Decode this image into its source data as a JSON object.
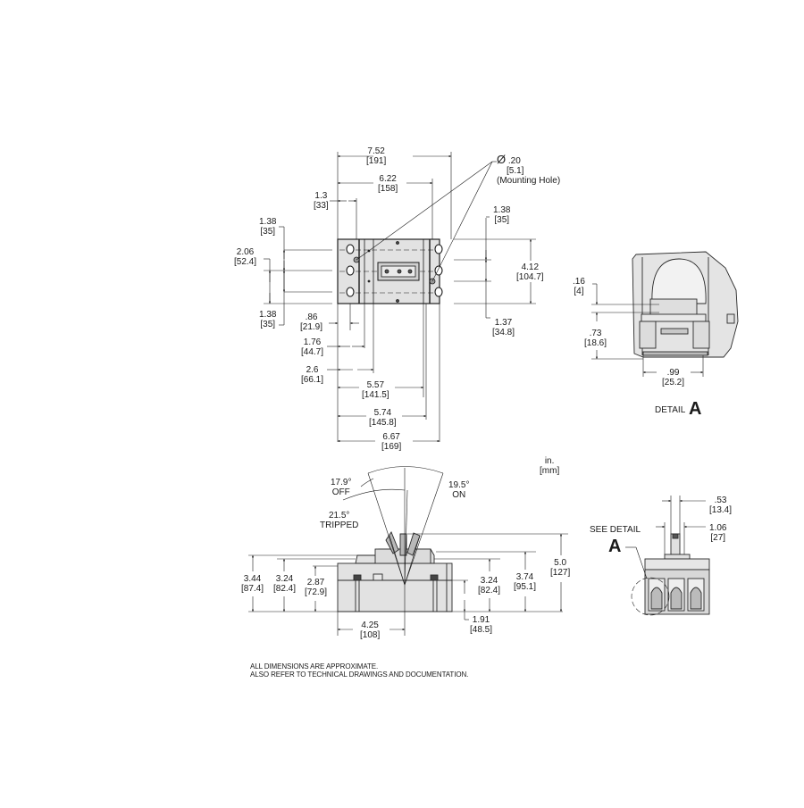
{
  "drawing": {
    "units_label": {
      "primary": "in.",
      "secondary": "[mm]"
    },
    "front_view": {
      "dimensions": {
        "overall_width": {
          "in": "7.52",
          "mm": "[191]"
        },
        "mounting_span": {
          "in": "6.22",
          "mm": "[158]"
        },
        "left_offset": {
          "in": "1.3",
          "mm": "[33]"
        },
        "mounting_hole": {
          "symbol": "Ø",
          "in": ".20",
          "mm": "[5.1]",
          "note": "(Mounting Hole)"
        },
        "right_top_spacing": {
          "in": "1.38",
          "mm": "[35]"
        },
        "height": {
          "in": "4.12",
          "mm": "[104.7]"
        },
        "right_bottom_spacing": {
          "in": "1.37",
          "mm": "[34.8]"
        },
        "left_top_spacing": {
          "in": "1.38",
          "mm": "[35]"
        },
        "left_center_spacing": {
          "in": "2.06",
          "mm": "[52.4]"
        },
        "left_bottom_spacing": {
          "in": "1.38",
          "mm": "[35]"
        },
        "dim_086": {
          "in": ".86",
          "mm": "[21.9]"
        },
        "dim_176": {
          "in": "1.76",
          "mm": "[44.7]"
        },
        "dim_26": {
          "in": "2.6",
          "mm": "[66.1]"
        },
        "dim_557": {
          "in": "5.57",
          "mm": "[141.5]"
        },
        "dim_574": {
          "in": "5.74",
          "mm": "[145.8]"
        },
        "dim_667": {
          "in": "6.67",
          "mm": "[169]"
        }
      }
    },
    "detail_a": {
      "title_prefix": "DETAIL",
      "title_letter": "A",
      "dimensions": {
        "dim_016": {
          "in": ".16",
          "mm": "[4]"
        },
        "dim_073": {
          "in": ".73",
          "mm": "[18.6]"
        },
        "dim_099": {
          "in": ".99",
          "mm": "[25.2]"
        }
      }
    },
    "side_view": {
      "handle_angles": {
        "off": {
          "angle": "17.9°",
          "label": "OFF"
        },
        "on": {
          "angle": "19.5°",
          "label": "ON"
        },
        "tripped": {
          "angle": "21.5°",
          "label": "TRIPPED"
        }
      },
      "dimensions": {
        "dim_344": {
          "in": "3.44",
          "mm": "[87.4]"
        },
        "dim_324_left": {
          "in": "3.24",
          "mm": "[82.4]"
        },
        "dim_287": {
          "in": "2.87",
          "mm": "[72.9]"
        },
        "dim_324_right": {
          "in": "3.24",
          "mm": "[82.4]"
        },
        "dim_374": {
          "in": "3.74",
          "mm": "[95.1]"
        },
        "dim_50": {
          "in": "5.0",
          "mm": "[127]"
        },
        "dim_191": {
          "in": "1.91",
          "mm": "[48.5]"
        },
        "dim_425": {
          "in": "4.25",
          "mm": "[108]"
        }
      }
    },
    "end_view": {
      "see_detail": "SEE DETAIL",
      "see_detail_letter": "A",
      "dimensions": {
        "dim_053": {
          "in": ".53",
          "mm": "[13.4]"
        },
        "dim_106": {
          "in": "1.06",
          "mm": "[27]"
        }
      }
    },
    "notes": [
      "ALL DIMENSIONS ARE APPROXIMATE.",
      "ALSO REFER TO TECHNICAL DRAWINGS AND DOCUMENTATION."
    ]
  }
}
